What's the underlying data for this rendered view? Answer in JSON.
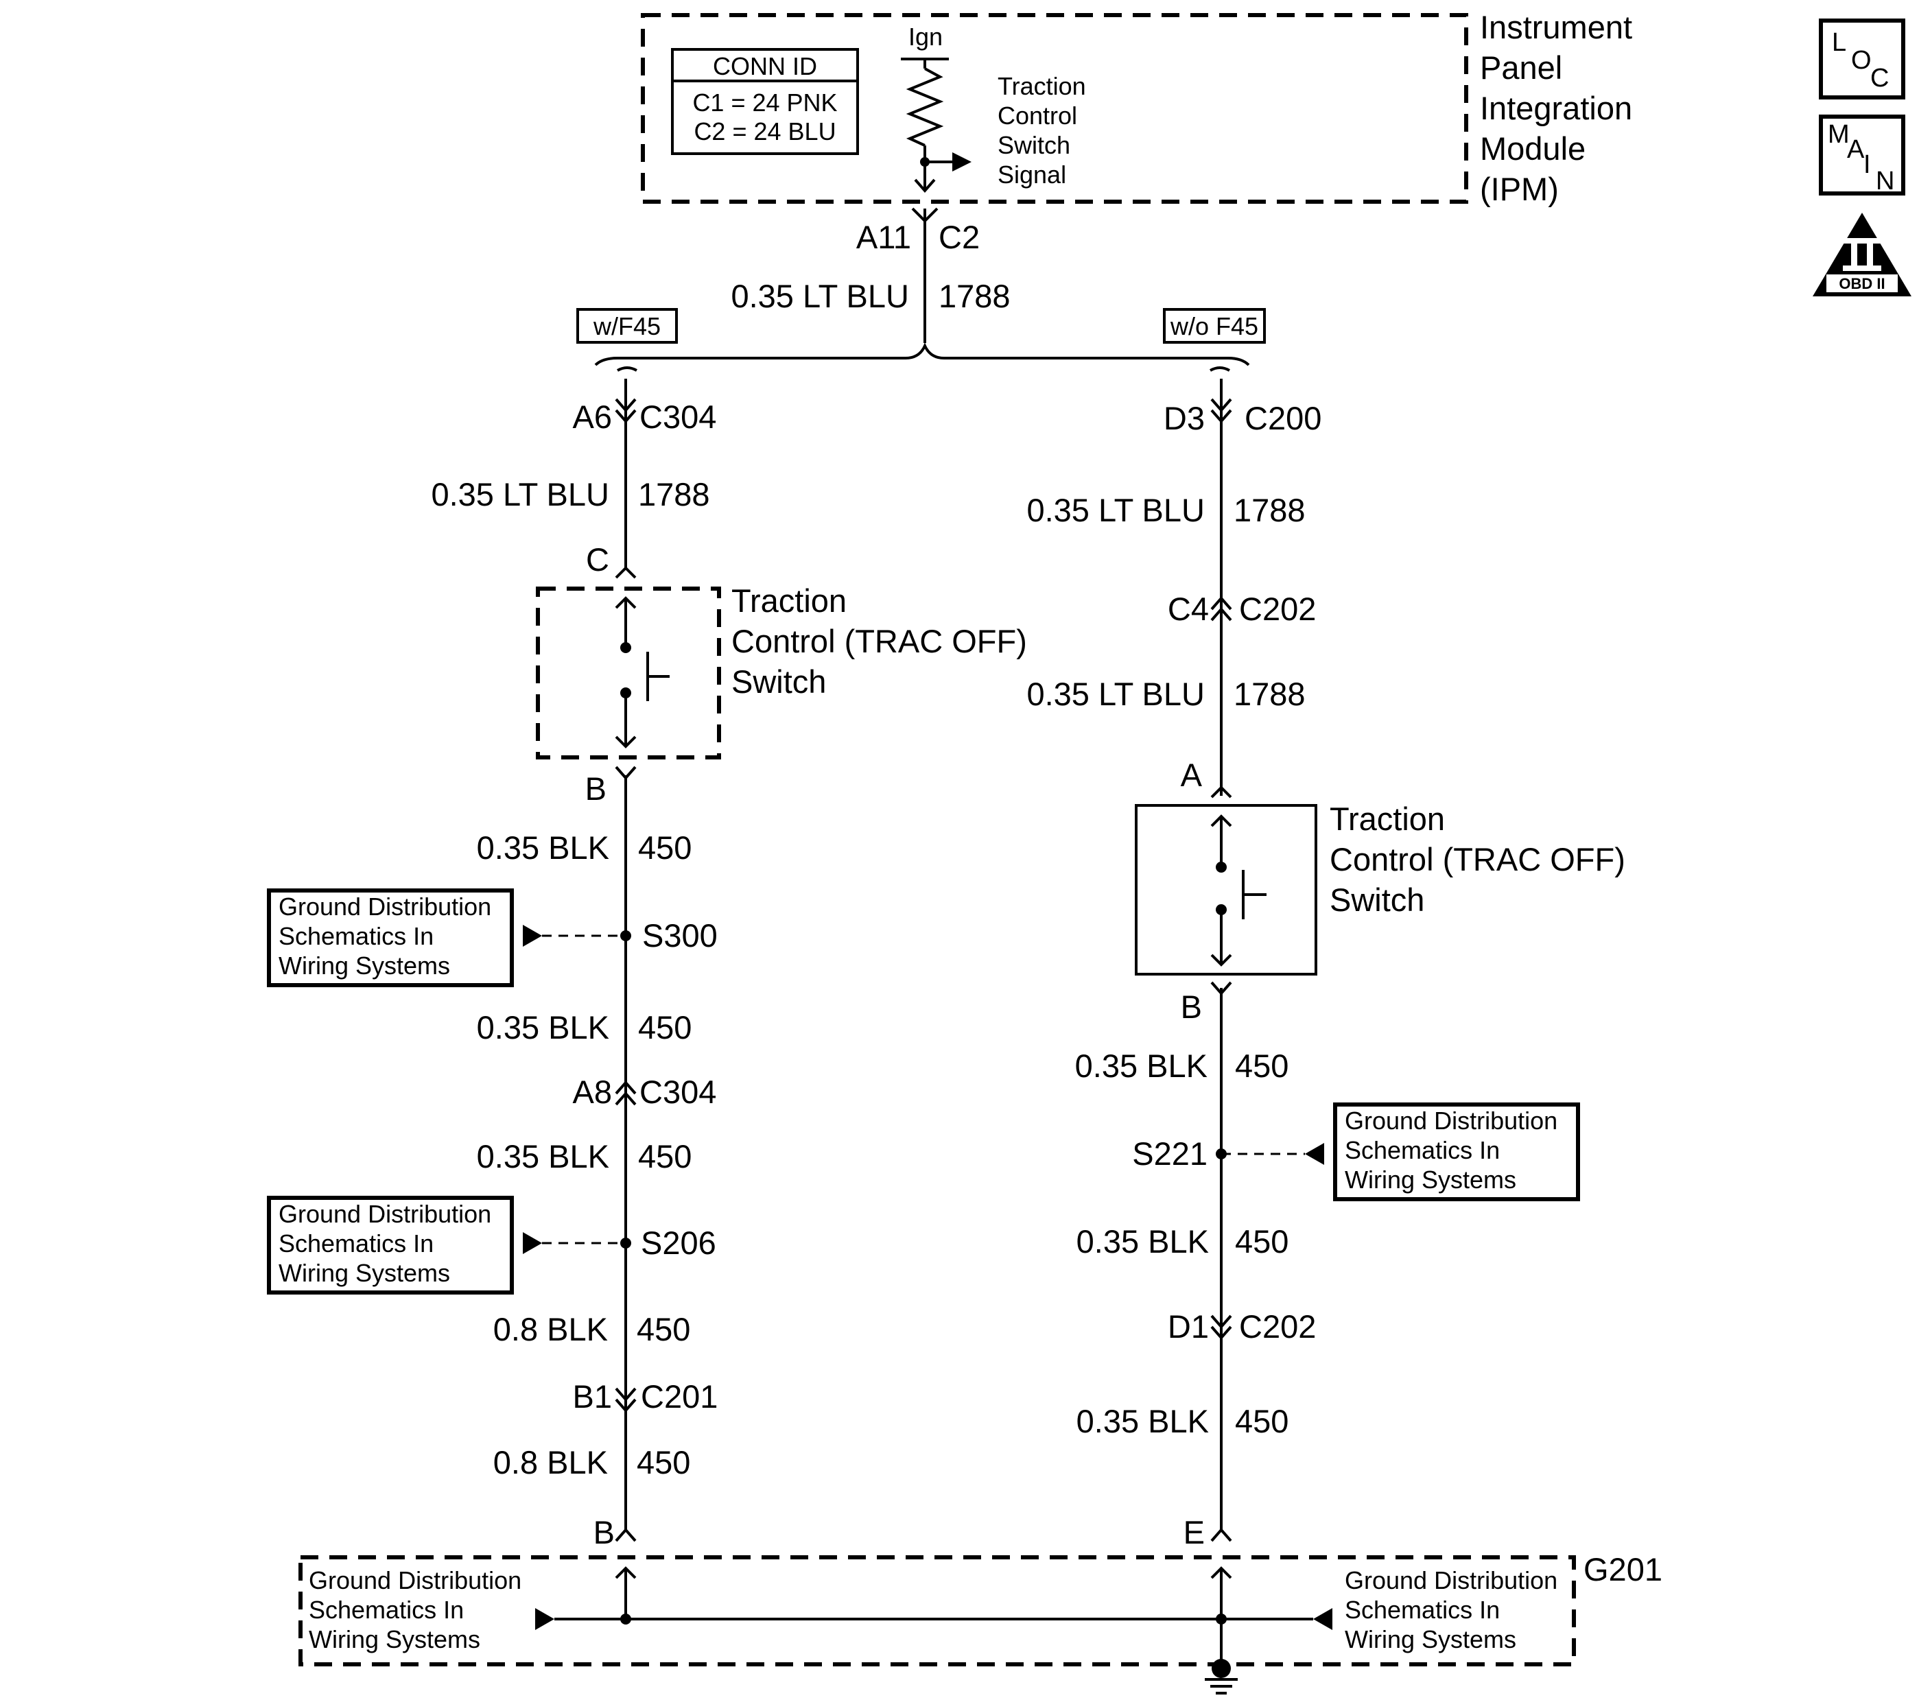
{
  "ipm": {
    "name_lines": [
      "Instrument",
      "Panel",
      "Integration",
      "Module",
      "(IPM)"
    ],
    "conn_id": {
      "title": "CONN ID",
      "c1": "C1 = 24 PNK",
      "c2": "C2 = 24 BLU"
    },
    "ign_label": "Ign",
    "signal_lines": [
      "Traction",
      "Control",
      "Switch",
      "Signal"
    ],
    "pin": "A11",
    "conn": "C2"
  },
  "badges": {
    "loc": [
      "L",
      "O",
      "C"
    ],
    "main": [
      "M",
      "A",
      "I",
      "N"
    ],
    "obd": "OBD II",
    "obd_mark": "II"
  },
  "trunk_wire": {
    "gauge": "0.35 LT BLU",
    "circuit": "1788"
  },
  "options": {
    "left": "w/F45",
    "right": "w/o F45"
  },
  "left_branch": {
    "c304_top": {
      "pin": "A6",
      "conn": "C304"
    },
    "wire1": {
      "gauge": "0.35 LT BLU",
      "circuit": "1788"
    },
    "switch_top_pin": "C",
    "switch_name_lines": [
      "Traction",
      "Control (TRAC OFF)",
      "Switch"
    ],
    "switch_bottom_pin": "B",
    "wire2": {
      "gauge": "0.35 BLK",
      "circuit": "450"
    },
    "s300": "S300",
    "wire3": {
      "gauge": "0.35 BLK",
      "circuit": "450"
    },
    "c304_bot": {
      "pin": "A8",
      "conn": "C304"
    },
    "wire4": {
      "gauge": "0.35 BLK",
      "circuit": "450"
    },
    "s206": "S206",
    "wire5": {
      "gauge": "0.8 BLK",
      "circuit": "450"
    },
    "c201": {
      "pin": "B1",
      "conn": "C201"
    },
    "wire6": {
      "gauge": "0.8 BLK",
      "circuit": "450"
    },
    "ground_pin": "B"
  },
  "right_branch": {
    "c200": {
      "pin": "D3",
      "conn": "C200"
    },
    "wire1": {
      "gauge": "0.35 LT BLU",
      "circuit": "1788"
    },
    "c202_top": {
      "pin": "C4",
      "conn": "C202"
    },
    "wire2": {
      "gauge": "0.35 LT BLU",
      "circuit": "1788"
    },
    "switch_top_pin": "A",
    "switch_name_lines": [
      "Traction",
      "Control (TRAC OFF)",
      "Switch"
    ],
    "switch_bottom_pin": "B",
    "wire3": {
      "gauge": "0.35 BLK",
      "circuit": "450"
    },
    "s221": "S221",
    "wire4": {
      "gauge": "0.35 BLK",
      "circuit": "450"
    },
    "c202_bot": {
      "pin": "D1",
      "conn": "C202"
    },
    "wire5": {
      "gauge": "0.35 BLK",
      "circuit": "450"
    },
    "ground_pin": "E"
  },
  "ground": {
    "name": "G201"
  },
  "ref_box": {
    "lines": [
      "Ground Distribution",
      "Schematics In",
      "Wiring Systems"
    ]
  }
}
